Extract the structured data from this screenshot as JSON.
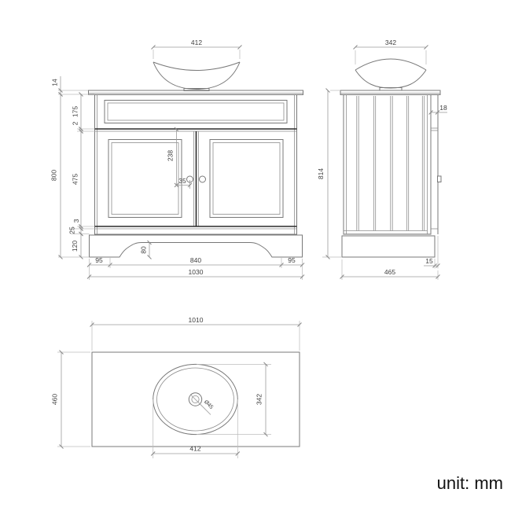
{
  "footer": {
    "unit_label": "unit: mm"
  },
  "colors": {
    "outline": "#787878",
    "dark_line": "#2a2a2a",
    "dim_line": "#9c9c9c",
    "dim_text": "#3f3f3f",
    "background": "#ffffff"
  },
  "front_view": {
    "title": "front elevation of vanity unit with countertop basin",
    "dims": {
      "basin_width": "412",
      "worktop_thickness": "14",
      "frieze_height": "175",
      "frieze_gap": "2",
      "door_height": "475",
      "door_gap": "3",
      "bottom_rail": "25",
      "plinth_height": "120",
      "total_height": "800",
      "knob_drop": "238",
      "knob_inset": "35",
      "arch_height": "80",
      "foot_left": "95",
      "span_middle": "840",
      "foot_right": "95",
      "total_width": "1030"
    }
  },
  "side_view": {
    "title": "side elevation with tongue-and-groove panel",
    "dims": {
      "basin_depth": "342",
      "door_thickness": "18",
      "total_height": "814",
      "front_recess": "15",
      "total_depth": "465"
    }
  },
  "top_view": {
    "title": "plan view of worktop with oval basin",
    "dims": {
      "counter_width": "1010",
      "counter_depth": "460",
      "basin_cutout_depth": "342",
      "basin_cutout_width": "412",
      "drain_diameter": "Ø45"
    }
  }
}
